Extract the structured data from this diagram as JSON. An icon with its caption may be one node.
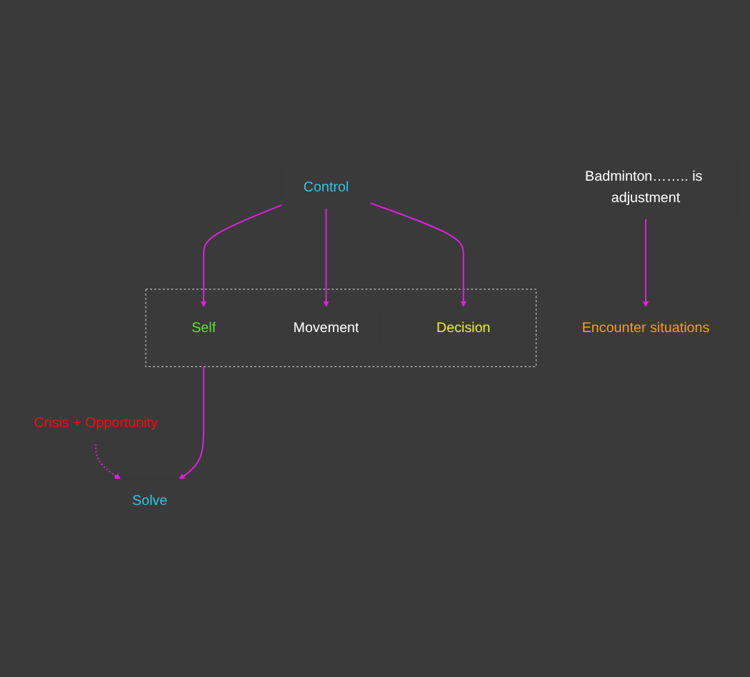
{
  "diagram": {
    "nodes": [
      {
        "text": [
          "Badminton…….. is adjustment"
        ]
      },
      {
        "text": [
          "Control"
        ]
      },
      {
        "text": [
          "Encounter situations"
        ]
      },
      {
        "text": [
          "Crisis + Opportunity"
        ]
      },
      {
        "text": [],
        "shape": "box"
      },
      {
        "text": [
          "Self"
        ],
        "in": 4
      },
      {
        "text": [
          "Movement"
        ],
        "in": 4
      },
      {
        "text": [
          "Decision"
        ],
        "in": 4
      },
      {
        "text": [
          "Solve"
        ]
      }
    ],
    "edges": [
      {
        "from": 0,
        "to": 2,
        "arrow": "to"
      },
      {
        "from": 1,
        "to": 5,
        "arrow": "to"
      },
      {
        "from": 1,
        "to": 6,
        "arrow": "to"
      },
      {
        "from": 1,
        "to": 7,
        "arrow": "to"
      },
      {
        "from": 3,
        "to": 8,
        "arrow": "to",
        "style": "dashed"
      },
      {
        "from": 4,
        "to": 8,
        "arrow": "to"
      }
    ]
  }
}
